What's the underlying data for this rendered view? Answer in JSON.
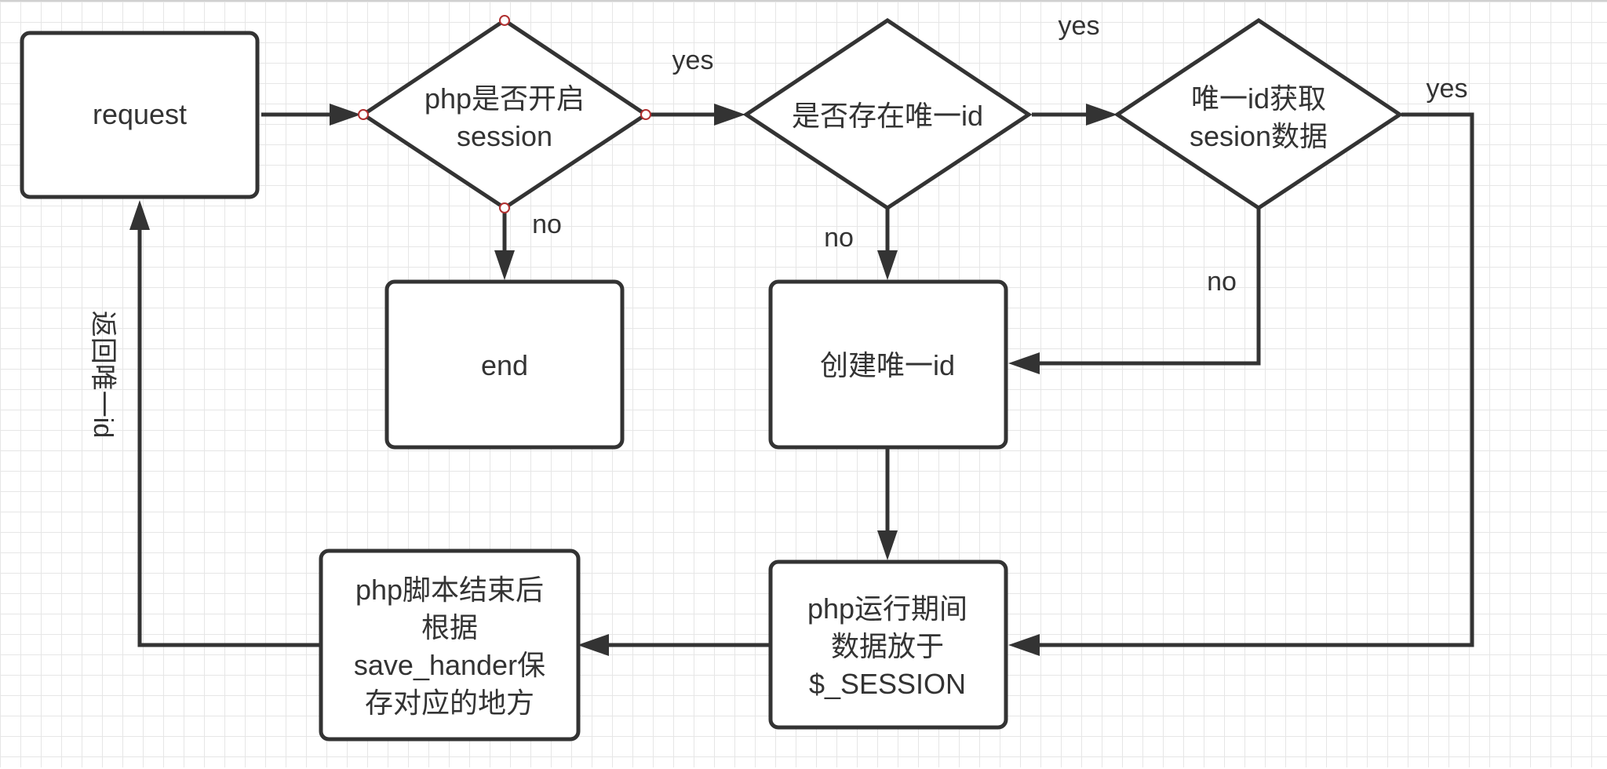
{
  "nodes": {
    "request": {
      "lines": [
        "request"
      ]
    },
    "php_session": {
      "lines": [
        "php是否开启",
        "session"
      ]
    },
    "has_id": {
      "lines": [
        "是否存在唯一id"
      ]
    },
    "get_data": {
      "lines": [
        "唯一id获取",
        "sesion数据"
      ]
    },
    "end": {
      "lines": [
        "end"
      ]
    },
    "create_id": {
      "lines": [
        "创建唯一id"
      ]
    },
    "runtime": {
      "lines": [
        "php运行期间",
        "数据放于",
        "$_SESSION"
      ]
    },
    "script_end": {
      "lines": [
        "php脚本结束后",
        "根据",
        "save_hander保",
        "存对应的地方"
      ]
    }
  },
  "edge_labels": {
    "yes_1": "yes",
    "no_1": "no",
    "yes_2": "yes",
    "no_2": "no",
    "yes_3": "yes",
    "no_3": "no",
    "return_id": "返回唯一id"
  }
}
